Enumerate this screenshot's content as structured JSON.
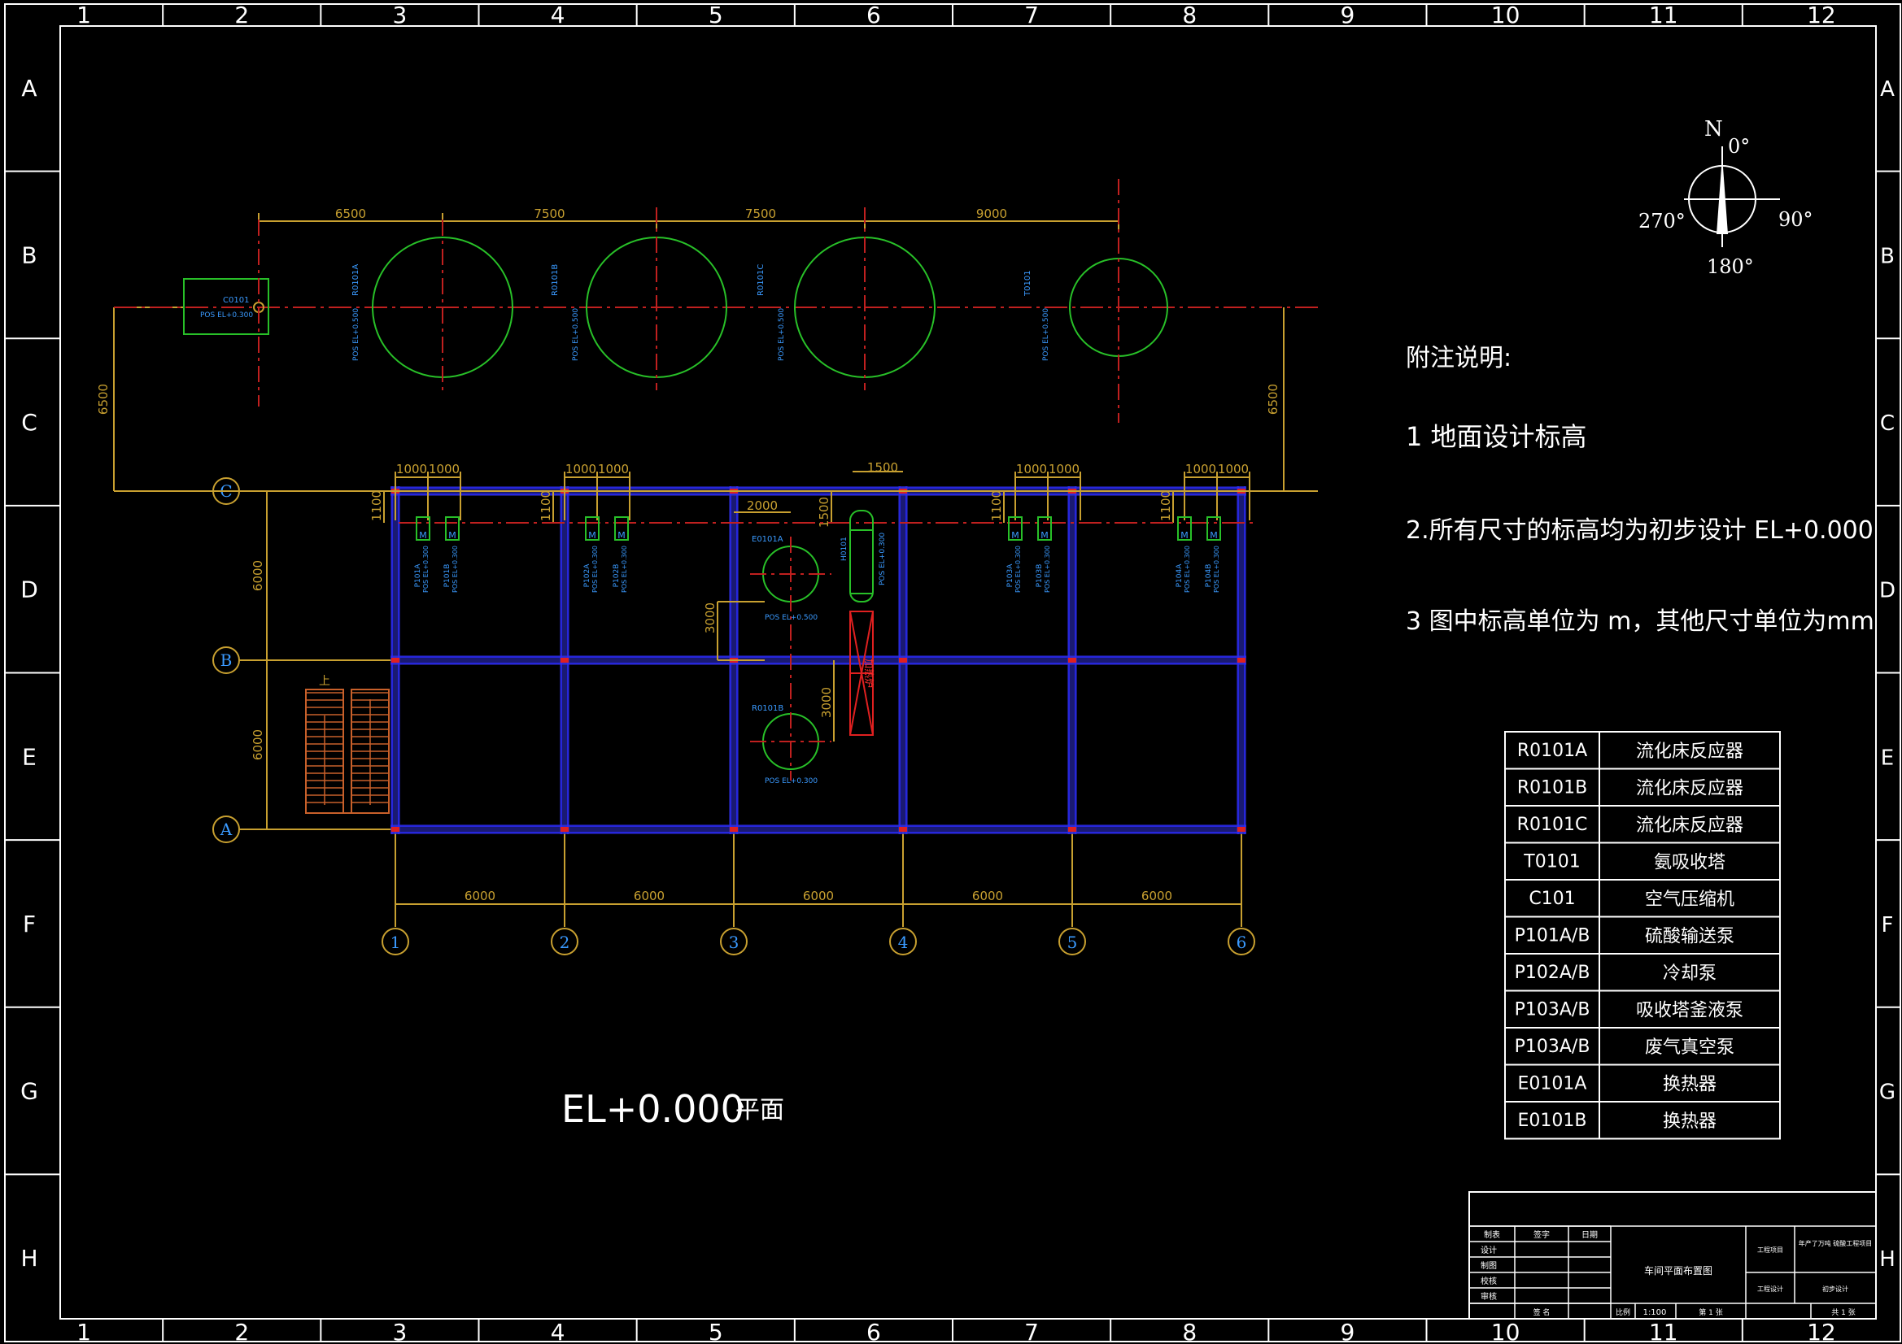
{
  "frame": {
    "columns": [
      "1",
      "2",
      "3",
      "4",
      "5",
      "6",
      "7",
      "8",
      "9",
      "10",
      "11",
      "12"
    ],
    "rows": [
      "A",
      "B",
      "C",
      "D",
      "E",
      "F",
      "G",
      "H"
    ]
  },
  "compass": {
    "north": "N",
    "deg0": "0°",
    "deg90": "90°",
    "deg180": "180°",
    "deg270": "270°"
  },
  "notes": {
    "heading": "附注说明:",
    "items": [
      "1  地面设计标高",
      "2.所有尺寸的标高均为初步设计 EL+0.000",
      "3 图中标高单位为 m，其他尺寸单位为mm"
    ]
  },
  "legend": [
    {
      "code": "R0101A",
      "name": "流化床反应器"
    },
    {
      "code": "R0101B",
      "name": "流化床反应器"
    },
    {
      "code": "R0101C",
      "name": "流化床反应器"
    },
    {
      "code": "T0101",
      "name": "氨吸收塔"
    },
    {
      "code": "C101",
      "name": "空气压缩机"
    },
    {
      "code": "P101A/B",
      "name": "硫酸输送泵"
    },
    {
      "code": "P102A/B",
      "name": "冷却泵"
    },
    {
      "code": "P103A/B",
      "name": "吸收塔釜液泵"
    },
    {
      "code": "P103A/B",
      "name": "废气真空泵"
    },
    {
      "code": "E0101A",
      "name": "换热器"
    },
    {
      "code": "E0101B",
      "name": "换热器"
    }
  ],
  "plan_title": {
    "main": "EL+0.000",
    "suffix": "平面"
  },
  "top_dims": [
    "6500",
    "7500",
    "7500",
    "9000"
  ],
  "side_dims": {
    "left": "6500",
    "right": "6500"
  },
  "bottom_dims": [
    "6000",
    "6000",
    "6000",
    "6000",
    "6000"
  ],
  "row_dims": [
    "6000",
    "6000"
  ],
  "grid_cols": [
    "1",
    "2",
    "3",
    "4",
    "5",
    "6"
  ],
  "grid_rows": [
    "C",
    "B",
    "A"
  ],
  "pump_dims": [
    "1000",
    "1000"
  ],
  "misc_dims": {
    "d1500top": "1500",
    "d1500": "1500",
    "d2000": "2000",
    "d3000a": "3000",
    "d3000b": "3000",
    "d1100": "1100"
  },
  "equipment": {
    "c0101": "C0101",
    "c0101_el": "POS EL+0.300",
    "r0101a": "R0101A",
    "r0101b": "R0101B",
    "r0101c": "R0101C",
    "t0101": "T0101",
    "r_el": "POS EL+0.500",
    "e0101a": "E0101A",
    "e0101a_el": "POS EL+0.500",
    "r0101b_low": "R0101B",
    "low_el": "POS EL+0.300",
    "h0101": "H0101",
    "h0101_el": "POS EL+0.300",
    "stair": "上",
    "pump_m": "M",
    "pumps": [
      {
        "tag": "P101A",
        "el": "POS EL+0.300"
      },
      {
        "tag": "P101B",
        "el": "POS EL+0.300"
      },
      {
        "tag": "P102A",
        "el": "POS EL+0.300"
      },
      {
        "tag": "P102B",
        "el": "POS EL+0.300"
      },
      {
        "tag": "P103A",
        "el": "POS EL+0.300"
      },
      {
        "tag": "P103B",
        "el": "POS EL+0.300"
      },
      {
        "tag": "P104A",
        "el": "POS EL+0.300"
      },
      {
        "tag": "P104B",
        "el": "POS EL+0.300"
      }
    ],
    "red_tower": "加热炉"
  },
  "title_block": {
    "r1": [
      "制表",
      "签字",
      "日期"
    ],
    "r_labels": [
      "设计",
      "制图",
      "校核",
      "审核"
    ],
    "drawing_name": "车间平面布置图",
    "proj_lbl1": "工程项目",
    "proj_val1": "年产了万吨 硫酸工程项目",
    "proj_lbl2": "工程设计",
    "proj_val2": "初步设计",
    "bottom": [
      "签  名",
      "比例",
      "1:100",
      "第  1  张",
      "共  1  张"
    ]
  }
}
